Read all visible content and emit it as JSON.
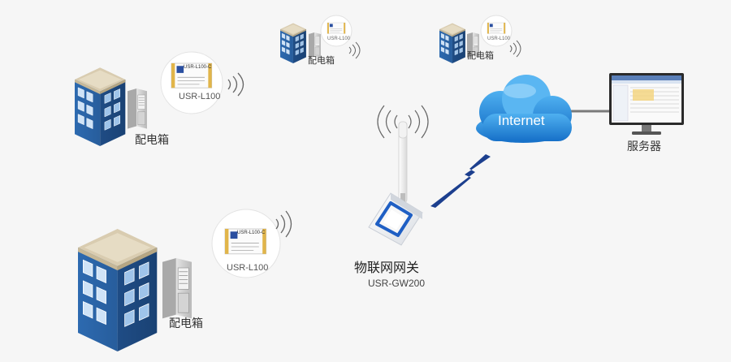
{
  "nodes": {
    "building_large": {
      "label": "配电箱",
      "module_label": "USR-L100",
      "module_chip_text": "USR-L100-C"
    },
    "building_left": {
      "label": "配电箱",
      "module_label": "USR-L100",
      "module_chip_text": "USR-L100-C"
    },
    "building_top_left": {
      "label": "配电箱",
      "module_label": "USR-L100"
    },
    "building_top_right": {
      "label": "配电箱",
      "module_label": "USR-L100"
    },
    "gateway": {
      "label": "物联网网关",
      "model": "USR-GW200"
    },
    "cloud": {
      "label": "Internet"
    },
    "server": {
      "label": "服务器"
    }
  },
  "colors": {
    "building_blue": "#2a64a8",
    "building_roof": "#d6c8aa",
    "cloud_blue": "#1e87d8",
    "gateway_accent": "#1f5fc4",
    "signal": "#1f4fa0",
    "label_text": "#333333"
  },
  "icons": {
    "building": "office-building-icon",
    "power_box": "electrical-cabinet-icon",
    "module": "lora-module-icon",
    "gateway": "iot-gateway-icon",
    "cloud": "cloud-icon",
    "server": "computer-monitor-icon",
    "link": "lightning-link-icon"
  }
}
